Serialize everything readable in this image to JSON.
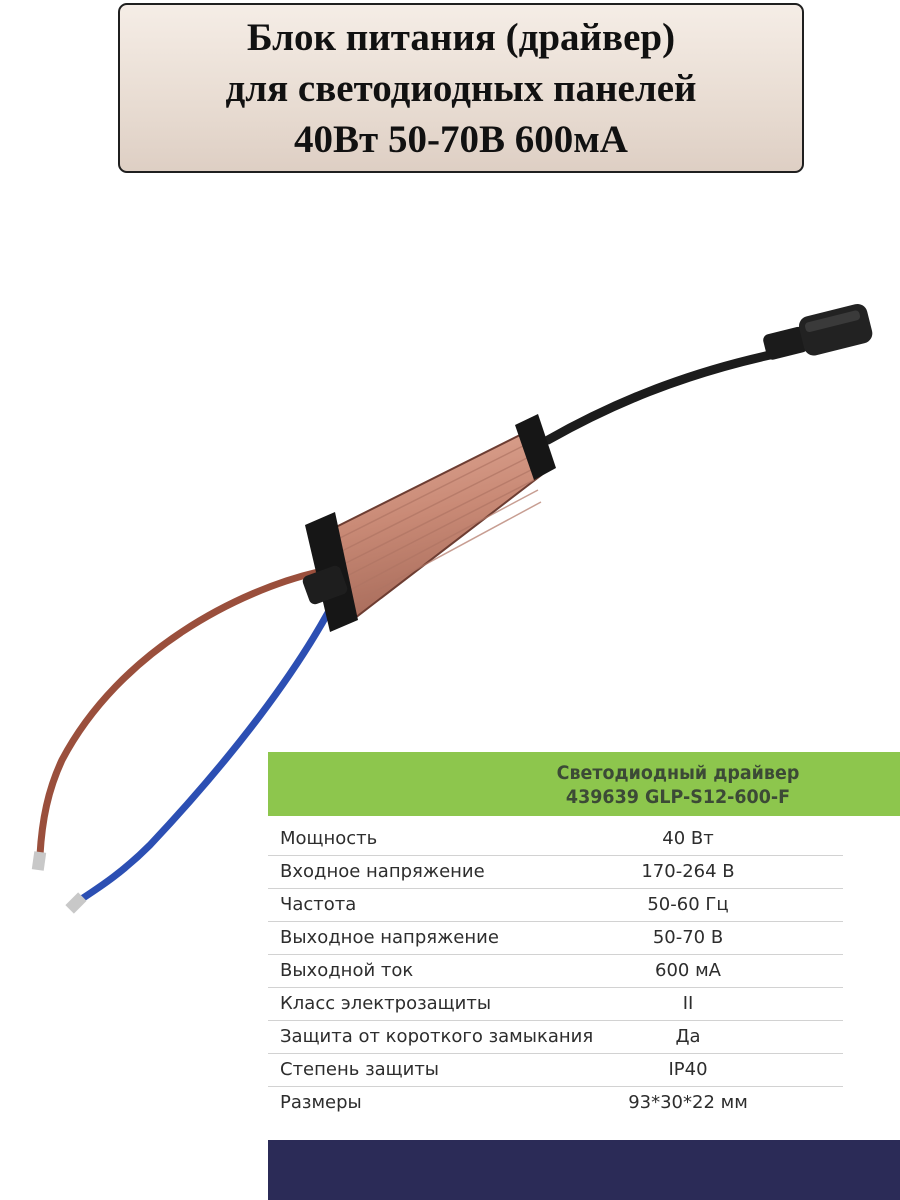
{
  "title": {
    "line1": "Блок питания (драйвер)",
    "line2": "для светодиодных панелей",
    "line3": "40Вт 50-70В 600мА"
  },
  "specs": {
    "header_line1": "Светодиодный драйвер",
    "header_line2": "439639  GLP-S12-600-F",
    "rows": [
      {
        "label": "Мощность",
        "value": "40 Вт"
      },
      {
        "label": "Входное напряжение",
        "value": "170-264 В"
      },
      {
        "label": "Частота",
        "value": "50-60 Гц"
      },
      {
        "label": "Выходное напряжение",
        "value": "50-70 В"
      },
      {
        "label": "Выходной ток",
        "value": "600 мА"
      },
      {
        "label": "Класс электрозащиты",
        "value": "II"
      },
      {
        "label": "Защита от короткого замыкания",
        "value": "Да"
      },
      {
        "label": "Степень защиты",
        "value": "IP40"
      },
      {
        "label": "Размеры",
        "value": "93*30*22 мм"
      }
    ]
  },
  "colors": {
    "header_green": "#8dc64d",
    "footer_navy": "#2b2b57",
    "housing": "#c98c78",
    "wire_brown": "#9a4f3c",
    "wire_blue": "#2c4fb3"
  },
  "icons": [
    "led-driver-image",
    "dc-connector-icon"
  ]
}
